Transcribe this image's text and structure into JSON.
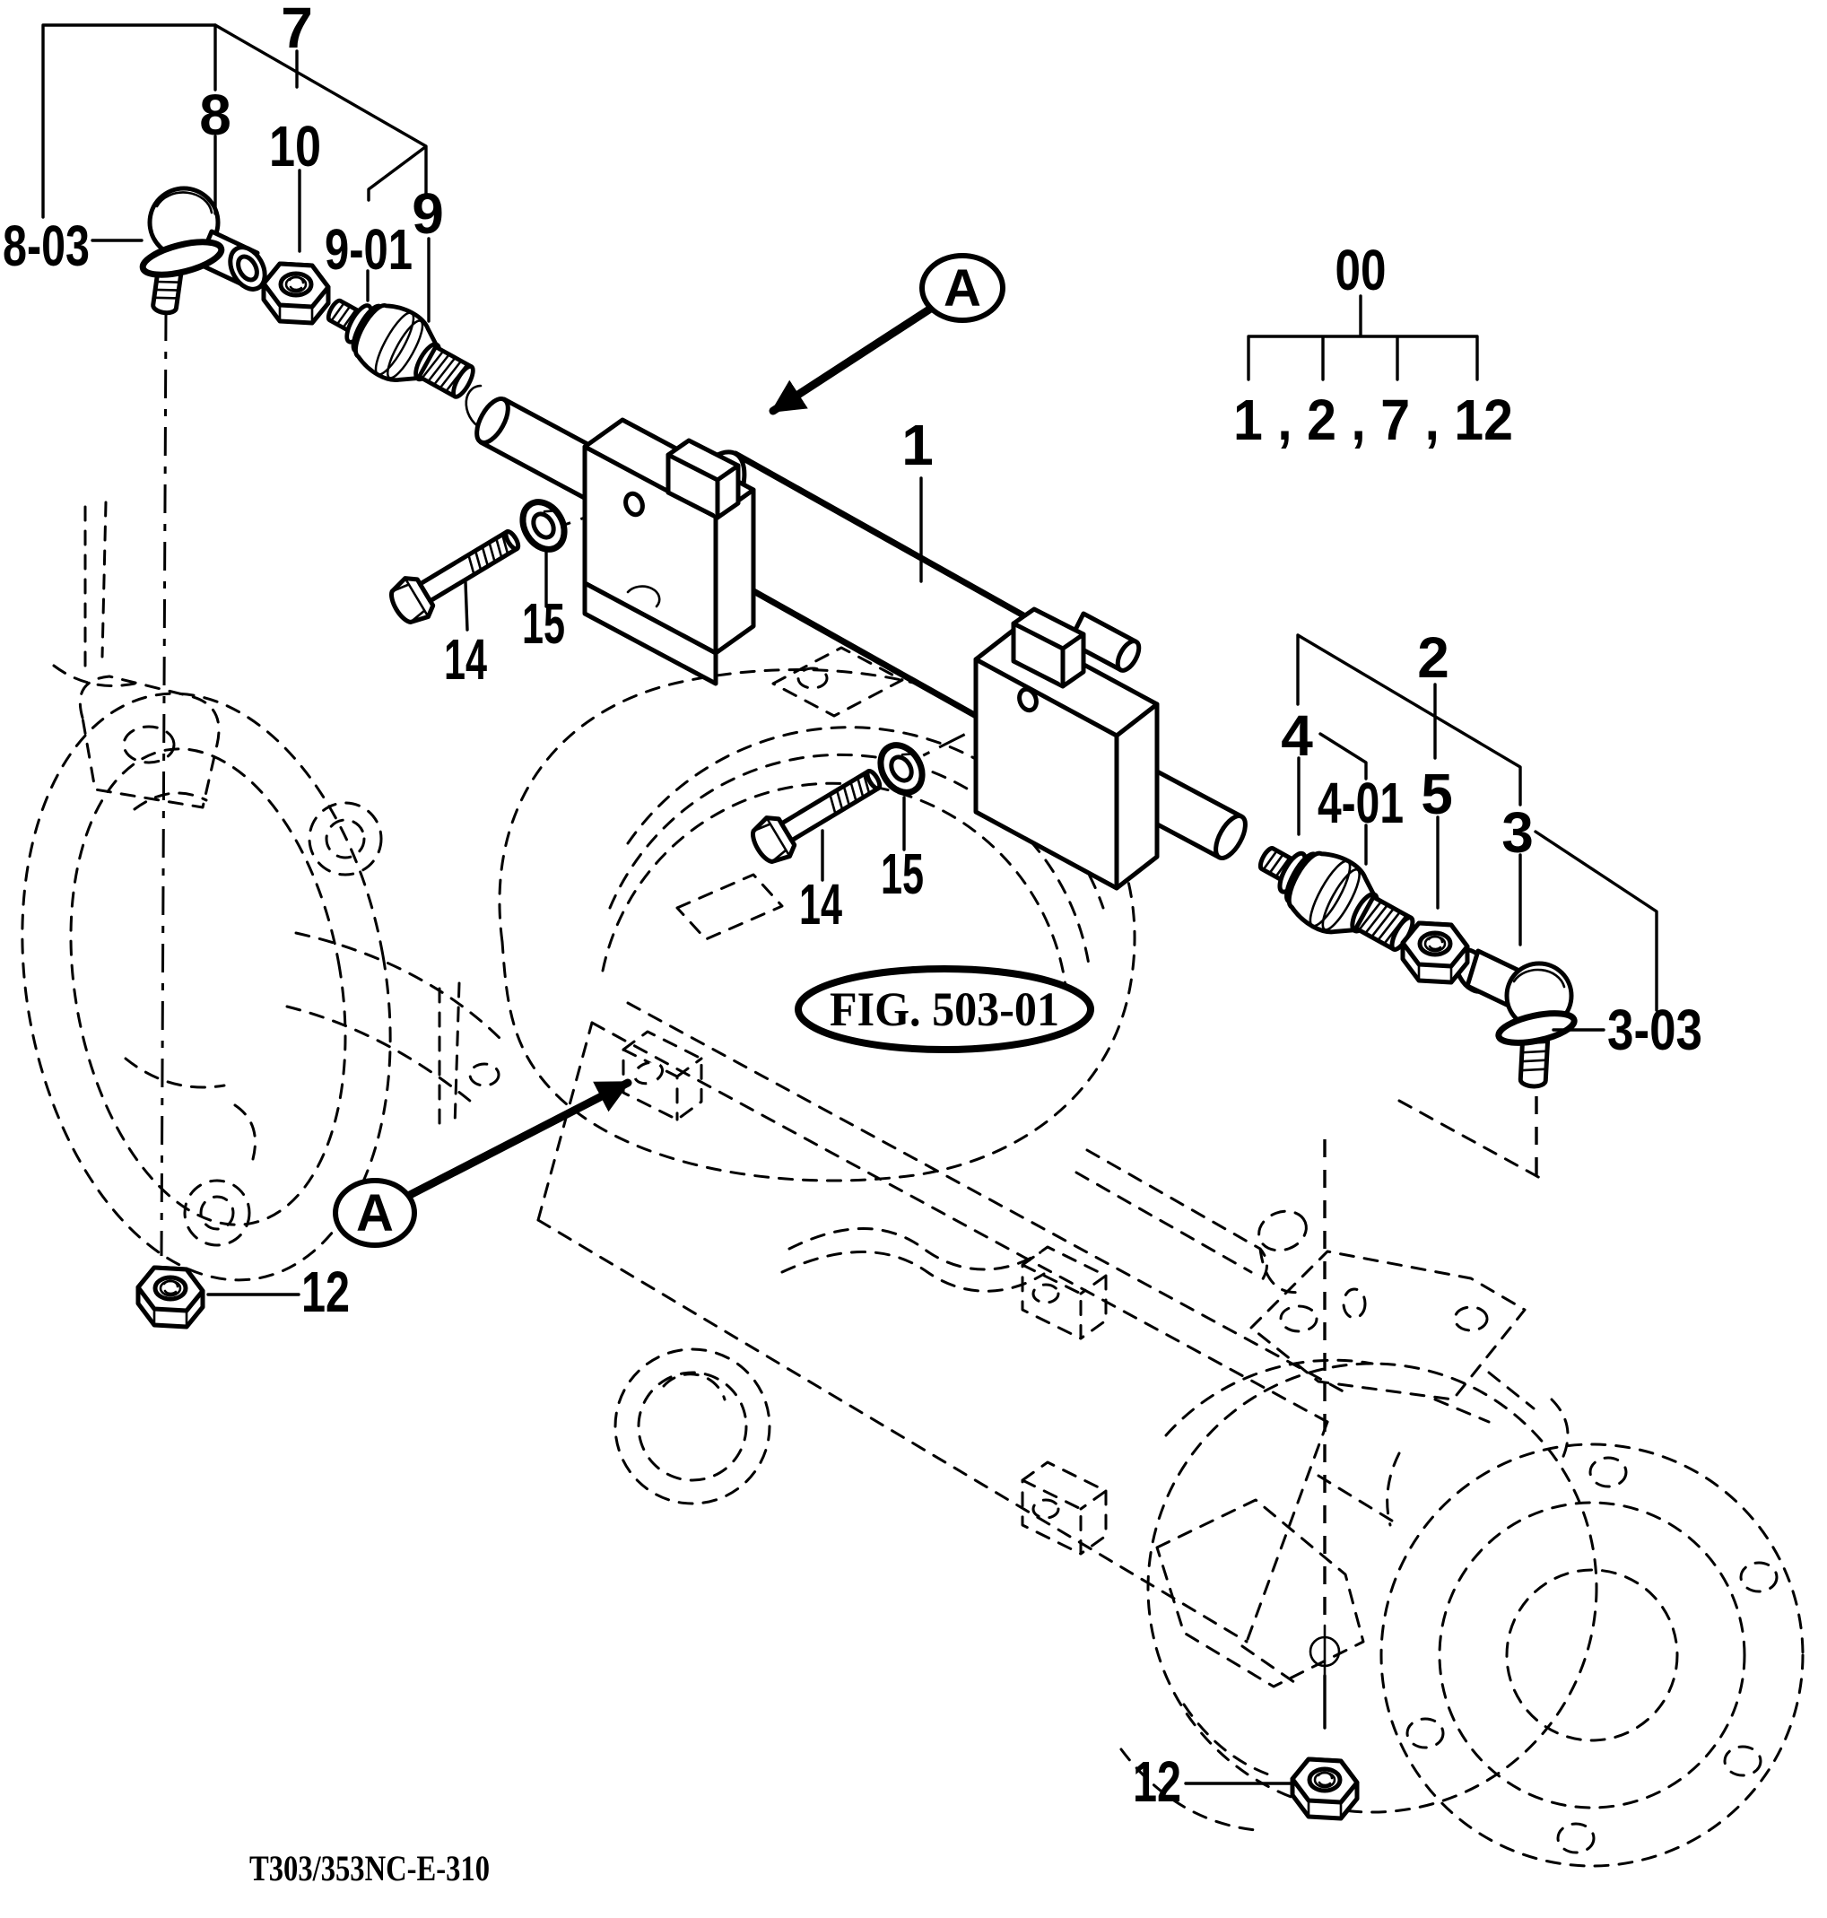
{
  "figure": {
    "fig_ref": "FIG. 503-01",
    "drawing_code": "T303/353NC-E-310",
    "detail_marker": "A",
    "group_header": "00",
    "group_items": "1 , 2 , 7 , 12"
  },
  "callouts": {
    "c1": "1",
    "c2": "2",
    "c3": "3",
    "c3_03": "3-03",
    "c4": "4",
    "c4_01": "4-01",
    "c5": "5",
    "c7": "7",
    "c8": "8",
    "c8_03": "8-03",
    "c9": "9",
    "c9_01": "9-01",
    "c10": "10",
    "c12_left": "12",
    "c12_right": "12",
    "c14_left": "14",
    "c14_right": "14",
    "c15_left": "15",
    "c15_right": "15"
  },
  "colors": {
    "ink": "#000000",
    "paper": "#ffffff"
  }
}
